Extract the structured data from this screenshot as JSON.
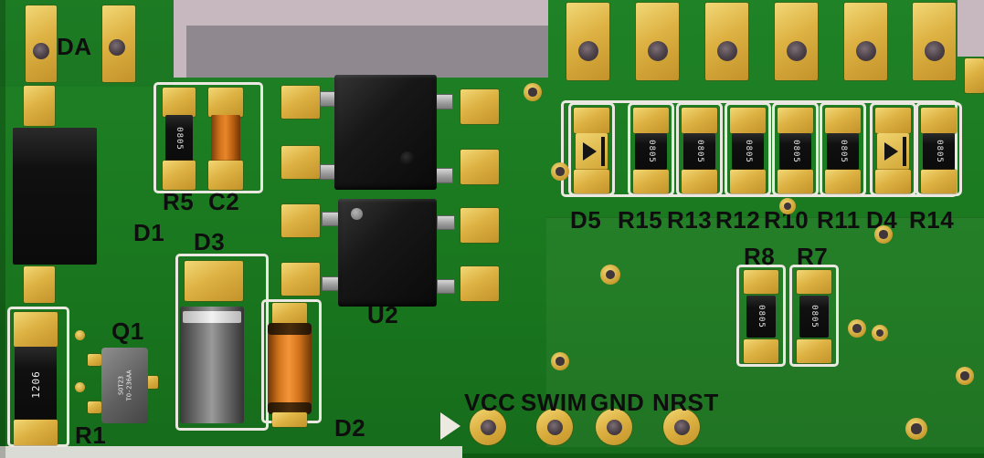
{
  "colors": {
    "background": "#c6b8be",
    "background_shadow": "#8f888e",
    "board_green": "#1b7a20",
    "pad_gold": "#ddb142",
    "silkscreen_white": "#eae8e0",
    "label_text": "#0e0e0e",
    "component_black": "#141414",
    "component_gray": "#7d7d7d",
    "capacitor_orange": "#e0872a",
    "board_edge_light": "#dbdbd5"
  },
  "labels": {
    "da": "DA",
    "r5": "R5",
    "c2": "C2",
    "d1": "D1",
    "d3": "D3",
    "q1": "Q1",
    "r1": "R1",
    "d2": "D2",
    "u2": "U2"
  },
  "markings": {
    "r5": "0805",
    "r1": "1206",
    "q1_line1": "SOT23",
    "q1_line2": "TO-236AA"
  },
  "connector": {
    "pins": [
      {
        "label": "VCC"
      },
      {
        "label": "SWIM"
      },
      {
        "label": "GND"
      },
      {
        "label": "NRST"
      }
    ]
  },
  "bank": {
    "items": [
      {
        "label": "D5",
        "kind": "diode"
      },
      {
        "label": "R15",
        "kind": "resistor",
        "marking": "0805"
      },
      {
        "label": "R13",
        "kind": "resistor",
        "marking": "0805"
      },
      {
        "label": "R12",
        "kind": "resistor",
        "marking": "0805"
      },
      {
        "label": "R10",
        "kind": "resistor",
        "marking": "0805"
      },
      {
        "label": "R11",
        "kind": "resistor",
        "marking": "0805"
      },
      {
        "label": "D4",
        "kind": "diode"
      },
      {
        "label": "R14",
        "kind": "resistor",
        "marking": "0805"
      }
    ]
  },
  "pair": {
    "r8": {
      "label": "R8",
      "marking": "0805"
    },
    "r7": {
      "label": "R7",
      "marking": "0805"
    }
  }
}
